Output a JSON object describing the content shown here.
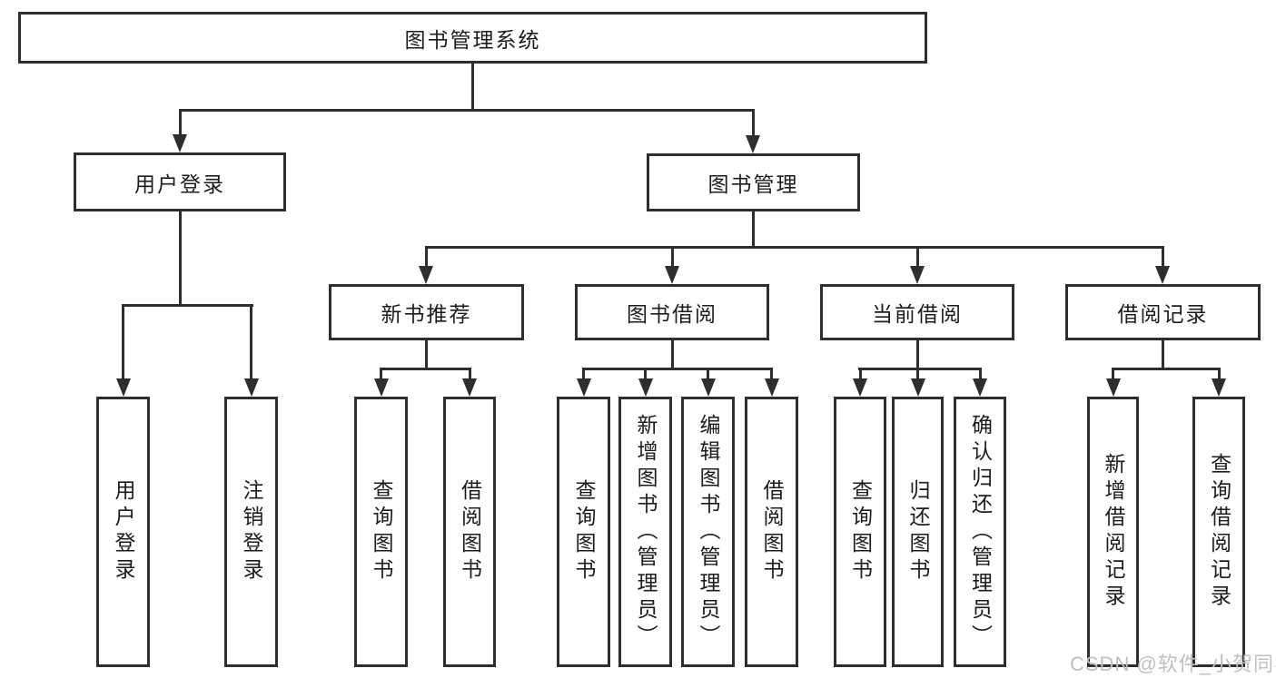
{
  "diagram": {
    "type": "hierarchy-tree",
    "title": "图书管理系统",
    "colors": {
      "line": "#2e2e2e",
      "text": "#1c1c1c",
      "background": "#ffffff",
      "watermark": "#bfbfbf"
    },
    "tree": {
      "root": {
        "label": "图书管理系统",
        "children": [
          {
            "label": "用户登录",
            "children": [
              {
                "label": "用户登录"
              },
              {
                "label": "注销登录"
              }
            ]
          },
          {
            "label": "图书管理",
            "children": [
              {
                "label": "新书推荐",
                "children": [
                  {
                    "label": "查询图书"
                  },
                  {
                    "label": "借阅图书"
                  }
                ]
              },
              {
                "label": "图书借阅",
                "children": [
                  {
                    "label": "查询图书"
                  },
                  {
                    "label": "新增图书（管理员）"
                  },
                  {
                    "label": "编辑图书（管理员）"
                  },
                  {
                    "label": "借阅图书"
                  }
                ]
              },
              {
                "label": "当前借阅",
                "children": [
                  {
                    "label": "查询图书"
                  },
                  {
                    "label": "归还图书"
                  },
                  {
                    "label": "确认归还（管理员）"
                  }
                ]
              },
              {
                "label": "借阅记录",
                "children": [
                  {
                    "label": "新增借阅记录"
                  },
                  {
                    "label": "查询借阅记录"
                  }
                ]
              }
            ]
          }
        ]
      }
    }
  },
  "watermark": {
    "text": "CSDN @软件_小贺同学"
  }
}
